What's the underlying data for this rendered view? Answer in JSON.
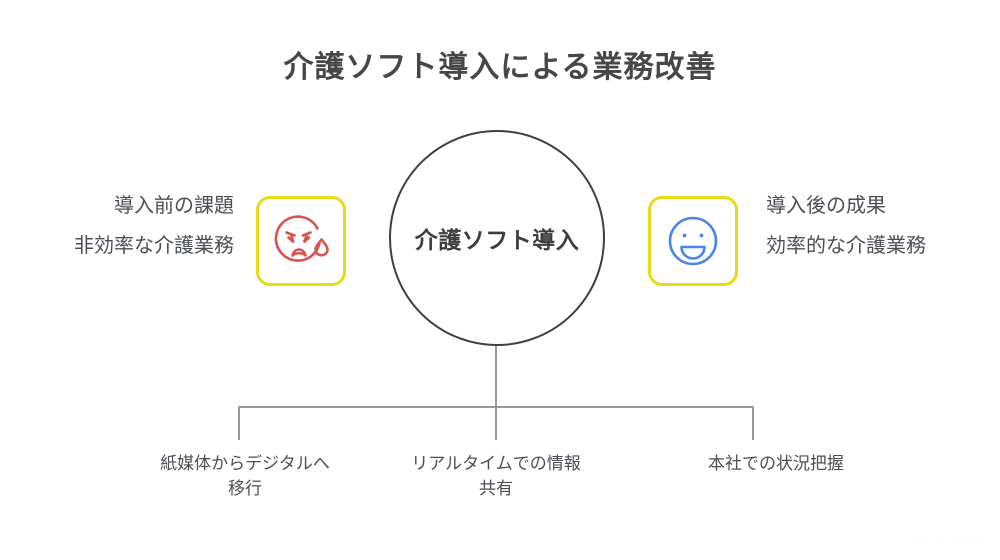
{
  "page": {
    "title": "介護ソフト導入による業務改善",
    "background_color": "#ffffff",
    "text_color": "#4b4f55",
    "watermark": "illustration"
  },
  "center": {
    "label": "介護ソフト導入",
    "stroke_color": "#3f3f3f"
  },
  "before": {
    "heading": "導入前の課題",
    "detail": "非効率な介護業務",
    "icon_name": "sad-crying-face-icon",
    "icon_color": "#d9534f",
    "box_border_color": "#e9d916"
  },
  "after": {
    "heading": "導入後の成果",
    "detail": "効率的な介護業務",
    "icon_name": "happy-smiling-face-icon",
    "icon_color": "#4a86e8",
    "box_border_color": "#e9d916"
  },
  "outcomes": [
    {
      "line1": "紙媒体からデジタルへ",
      "line2": "移行"
    },
    {
      "line1": "リアルタイムでの情報",
      "line2": "共有"
    },
    {
      "line1": "本社での状況把握",
      "line2": ""
    }
  ],
  "connector_color": "#9a9a9a"
}
